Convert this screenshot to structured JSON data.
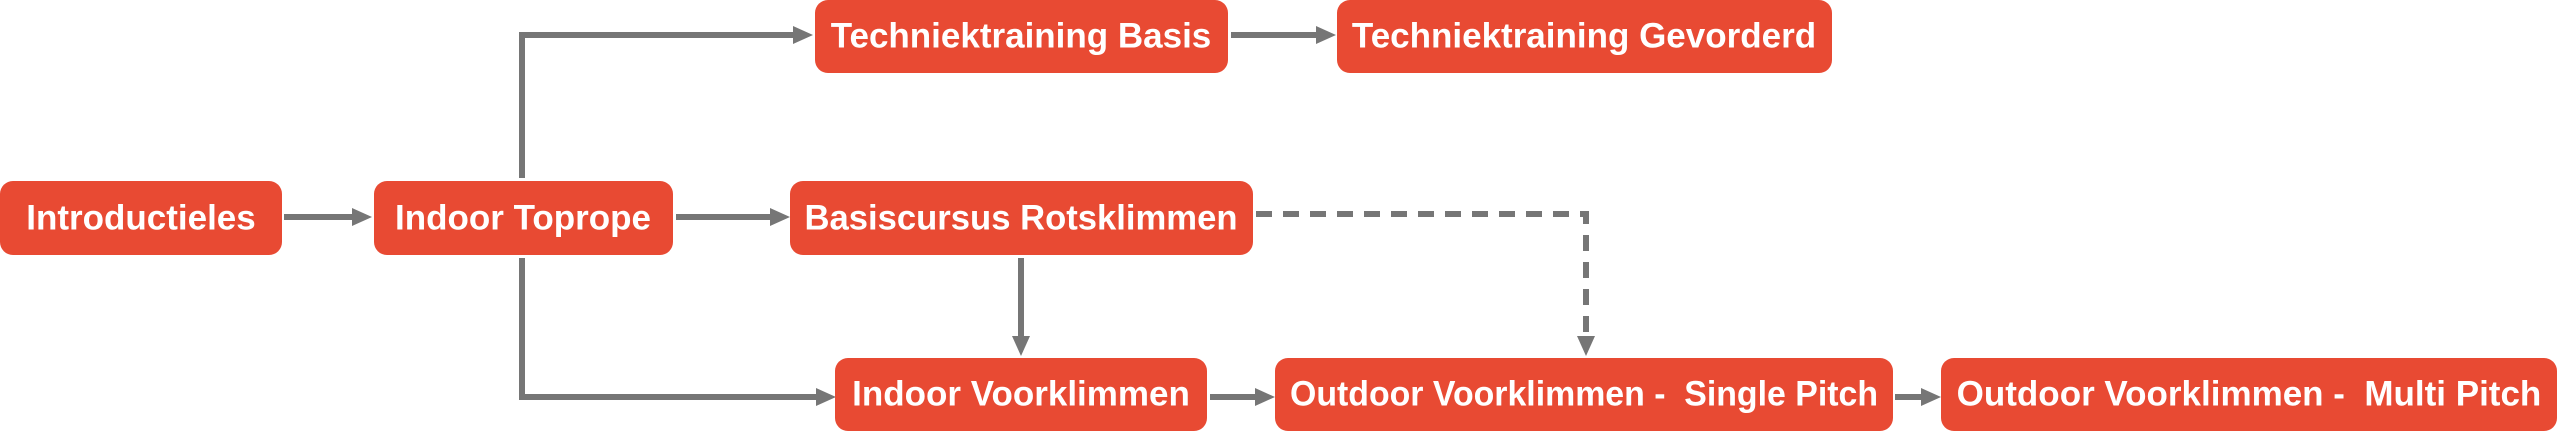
{
  "colors": {
    "node_fill": "#e84a33",
    "node_text": "#ffffff",
    "connector": "#767676"
  },
  "nodes": {
    "introductieles": "Introductieles",
    "indoor_toprope": "Indoor Toprope",
    "techniektraining_basis": "Techniektraining Basis",
    "techniektraining_gevorderd": "Techniektraining Gevorderd",
    "basiscursus_rotsklimmen": "Basiscursus Rotsklimmen",
    "indoor_voorklimmen": "Indoor Voorklimmen",
    "outdoor_single_pitch": "Outdoor Voorklimmen -  Single Pitch",
    "outdoor_multi_pitch": "Outdoor Voorklimmen -  Multi Pitch"
  },
  "edges": [
    {
      "from": "introductieles",
      "to": "indoor_toprope",
      "style": "solid"
    },
    {
      "from": "indoor_toprope",
      "to": "techniektraining_basis",
      "style": "solid"
    },
    {
      "from": "techniektraining_basis",
      "to": "techniektraining_gevorderd",
      "style": "solid"
    },
    {
      "from": "indoor_toprope",
      "to": "basiscursus_rotsklimmen",
      "style": "solid"
    },
    {
      "from": "indoor_toprope",
      "to": "indoor_voorklimmen",
      "style": "solid"
    },
    {
      "from": "basiscursus_rotsklimmen",
      "to": "indoor_voorklimmen",
      "style": "solid"
    },
    {
      "from": "basiscursus_rotsklimmen",
      "to": "outdoor_single_pitch",
      "style": "dashed"
    },
    {
      "from": "indoor_voorklimmen",
      "to": "outdoor_single_pitch",
      "style": "solid"
    },
    {
      "from": "outdoor_single_pitch",
      "to": "outdoor_multi_pitch",
      "style": "solid"
    }
  ]
}
